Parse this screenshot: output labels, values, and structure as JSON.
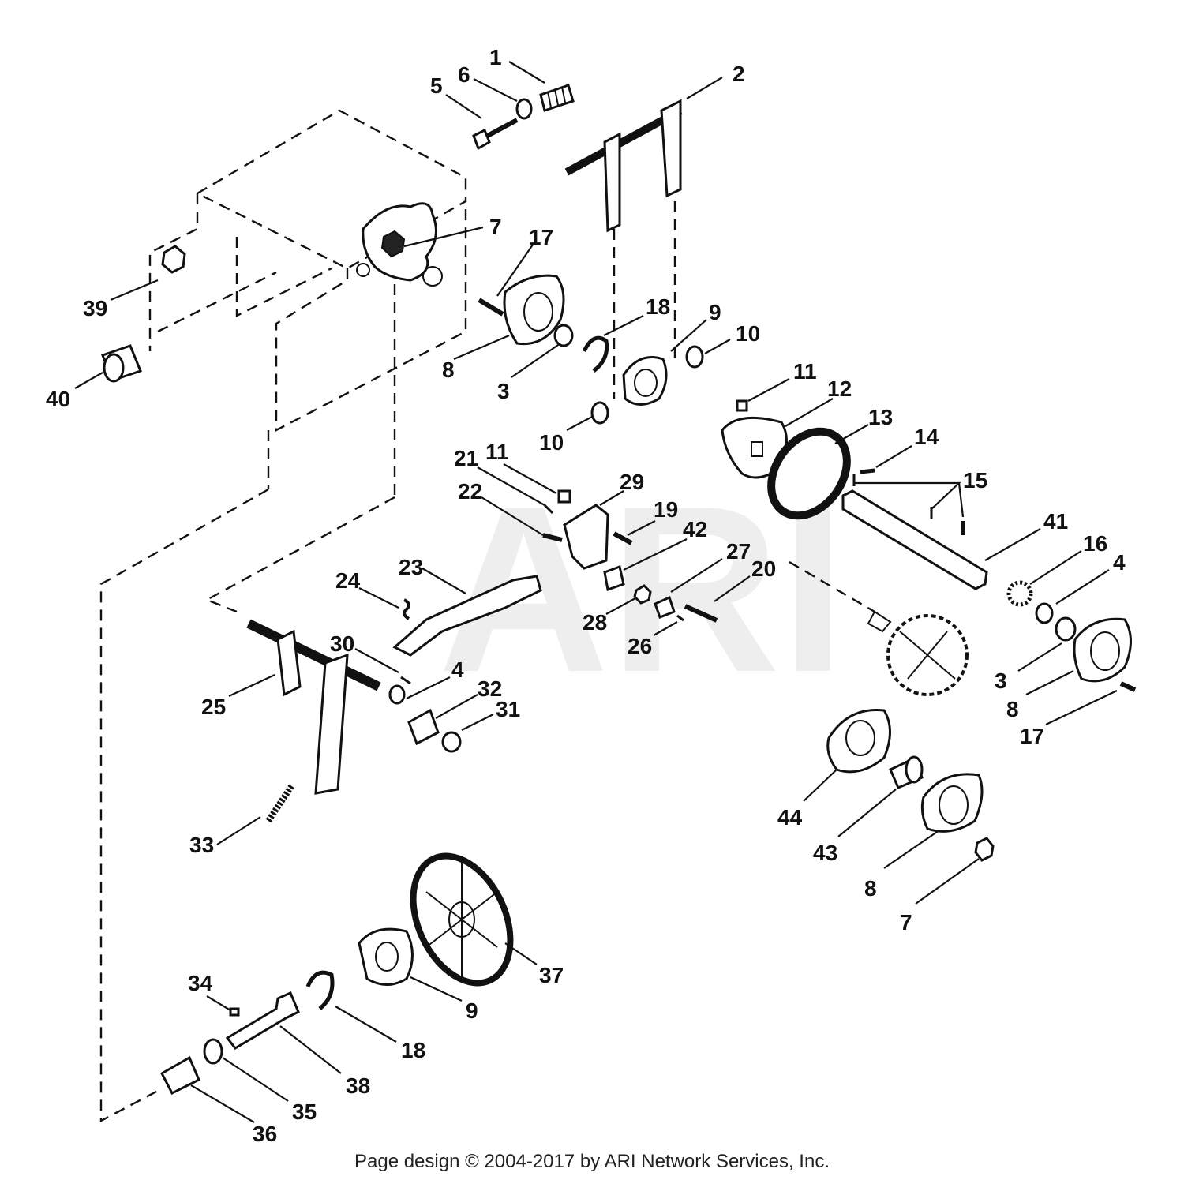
{
  "diagram": {
    "watermark": "ARI",
    "callouts": [
      "1",
      "2",
      "3",
      "4",
      "5",
      "6",
      "7",
      "8",
      "9",
      "10",
      "11",
      "12",
      "13",
      "14",
      "15",
      "16",
      "17",
      "18",
      "19",
      "20",
      "21",
      "22",
      "23",
      "24",
      "25",
      "26",
      "27",
      "28",
      "29",
      "30",
      "31",
      "32",
      "33",
      "34",
      "35",
      "36",
      "37",
      "38",
      "39",
      "40",
      "41",
      "42",
      "43",
      "44"
    ]
  },
  "footer": {
    "copyright": "Page design © 2004-2017 by ARI Network Services, Inc."
  }
}
